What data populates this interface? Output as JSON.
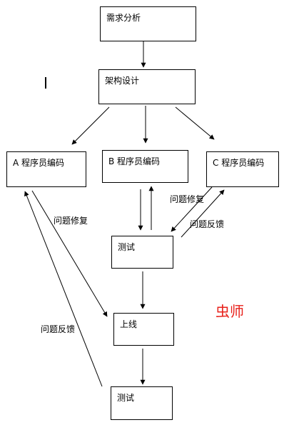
{
  "nodes": {
    "requirements": "需求分析",
    "architecture": "架构设计",
    "coder_a": "A 程序员编码",
    "coder_b": "B 程序员编码",
    "coder_c": "C 程序员编码",
    "test_1": "测试",
    "release": "上线",
    "test_2": "测试"
  },
  "edge_labels": {
    "fix_a": "问题修复",
    "fix_c": "问题修复",
    "feedback_c": "问题反馈",
    "feedback_a": "问题反馈"
  },
  "watermark": "虫师",
  "colors": {
    "watermark": "#e8201a",
    "line": "#000000"
  }
}
